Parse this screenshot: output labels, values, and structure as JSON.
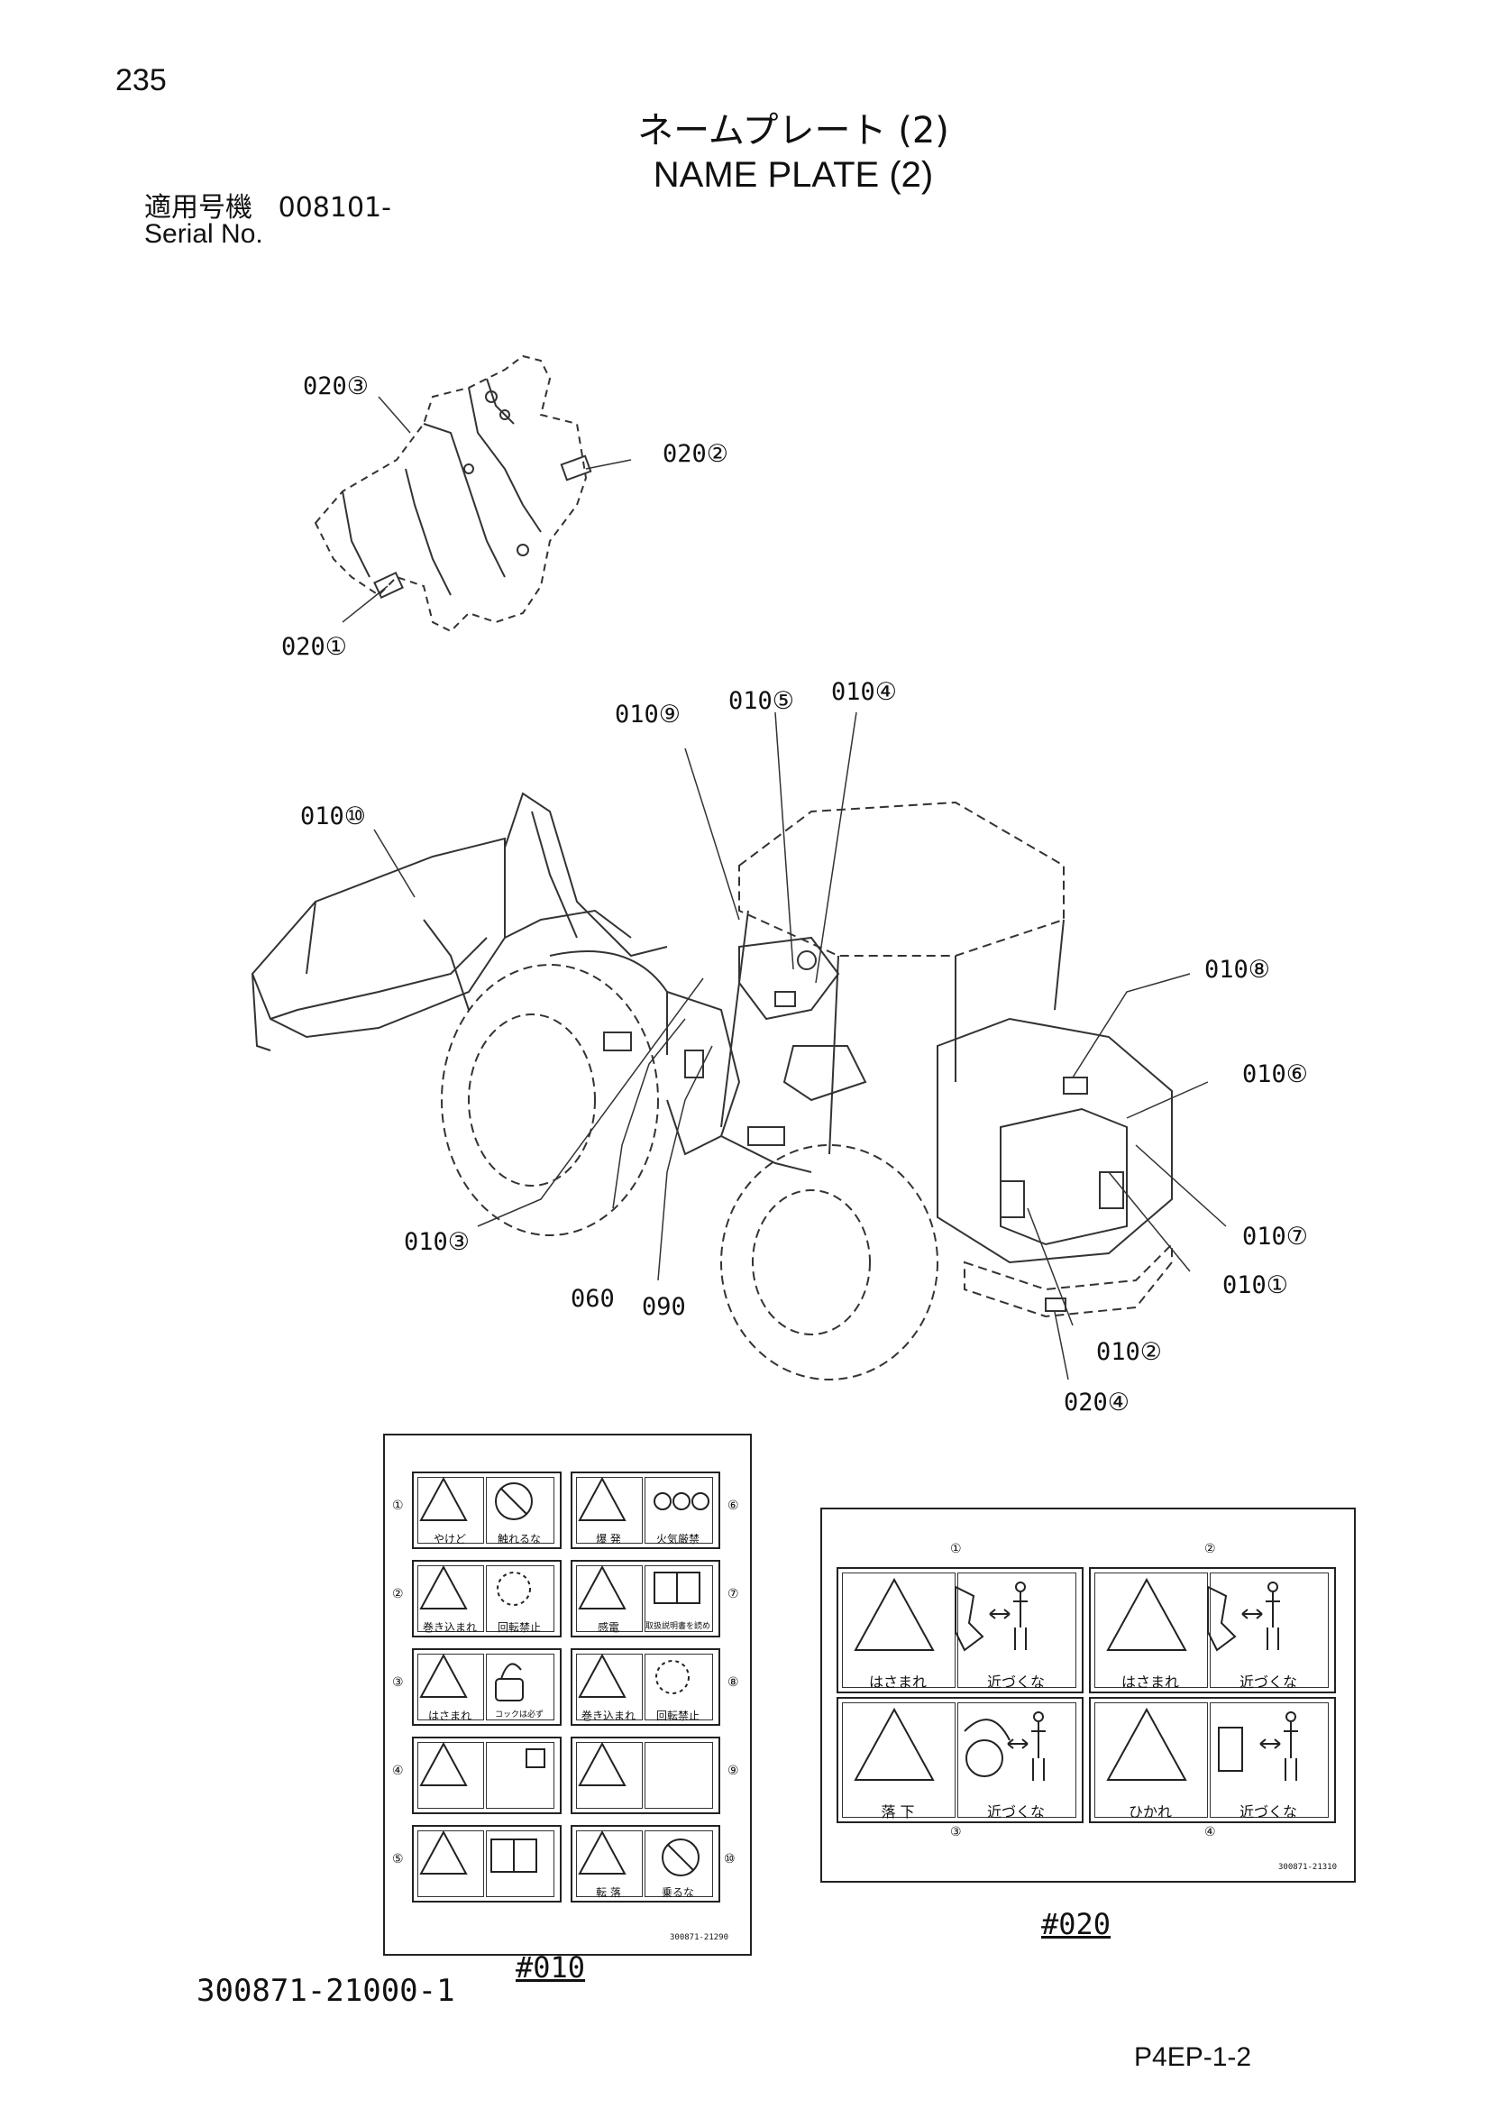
{
  "header": {
    "page_number": "235",
    "title_jp": "ネームプレート (2)",
    "title_en": "NAME PLATE (2)",
    "serial_label_jp": "適用号機",
    "serial_value": "008101-",
    "serial_label_en": "Serial No."
  },
  "callouts": {
    "c020_3": "020③",
    "c020_2": "020②",
    "c020_1": "020①",
    "c010_9": "010⑨",
    "c010_5": "010⑤",
    "c010_4": "010④",
    "c010_10": "010⑩",
    "c010_8": "010⑧",
    "c010_6": "010⑥",
    "c010_7": "010⑦",
    "c010_1": "010①",
    "c010_3": "010③",
    "c060": "060",
    "c090": "090",
    "c010_2": "010②",
    "c020_4": "020④"
  },
  "sheet010": {
    "tag": "#010",
    "code": "300871-21290",
    "rows": [
      {
        "left_num": "①",
        "right_num": "⑥",
        "left_captions": [
          "やけど",
          "触れるな"
        ],
        "right_captions": [
          "爆 発",
          "火気厳禁"
        ]
      },
      {
        "left_num": "②",
        "right_num": "⑦",
        "left_captions": [
          "巻き込まれ",
          "回転禁止"
        ],
        "right_captions": [
          "感電",
          "取扱説明書を読め"
        ]
      },
      {
        "left_num": "③",
        "right_num": "⑧",
        "left_captions": [
          "はさまれ",
          "コックは必ず"
        ],
        "right_captions": [
          "巻き込まれ",
          "回転禁止"
        ]
      },
      {
        "left_num": "④",
        "right_num": "⑨",
        "left_captions": [
          "",
          ""
        ],
        "right_captions": [
          "",
          ""
        ]
      },
      {
        "left_num": "⑤",
        "right_num": "⑩",
        "left_captions": [
          "",
          ""
        ],
        "right_captions": [
          "転 落",
          "乗るな"
        ]
      }
    ]
  },
  "sheet020": {
    "tag": "#020",
    "code": "300871-21310",
    "top_nums": [
      "①",
      "②"
    ],
    "bottom_nums": [
      "③",
      "④"
    ],
    "cells": [
      {
        "left": "はさまれ",
        "right": "近づくな"
      },
      {
        "left": "はさまれ",
        "right": "近づくな"
      },
      {
        "left": "落 下",
        "right": "近づくな"
      },
      {
        "left": "ひかれ",
        "right": "近づくな"
      }
    ]
  },
  "footer": {
    "drawing_number": "300871-21000-1",
    "page_code": "P4EP-1-2"
  }
}
